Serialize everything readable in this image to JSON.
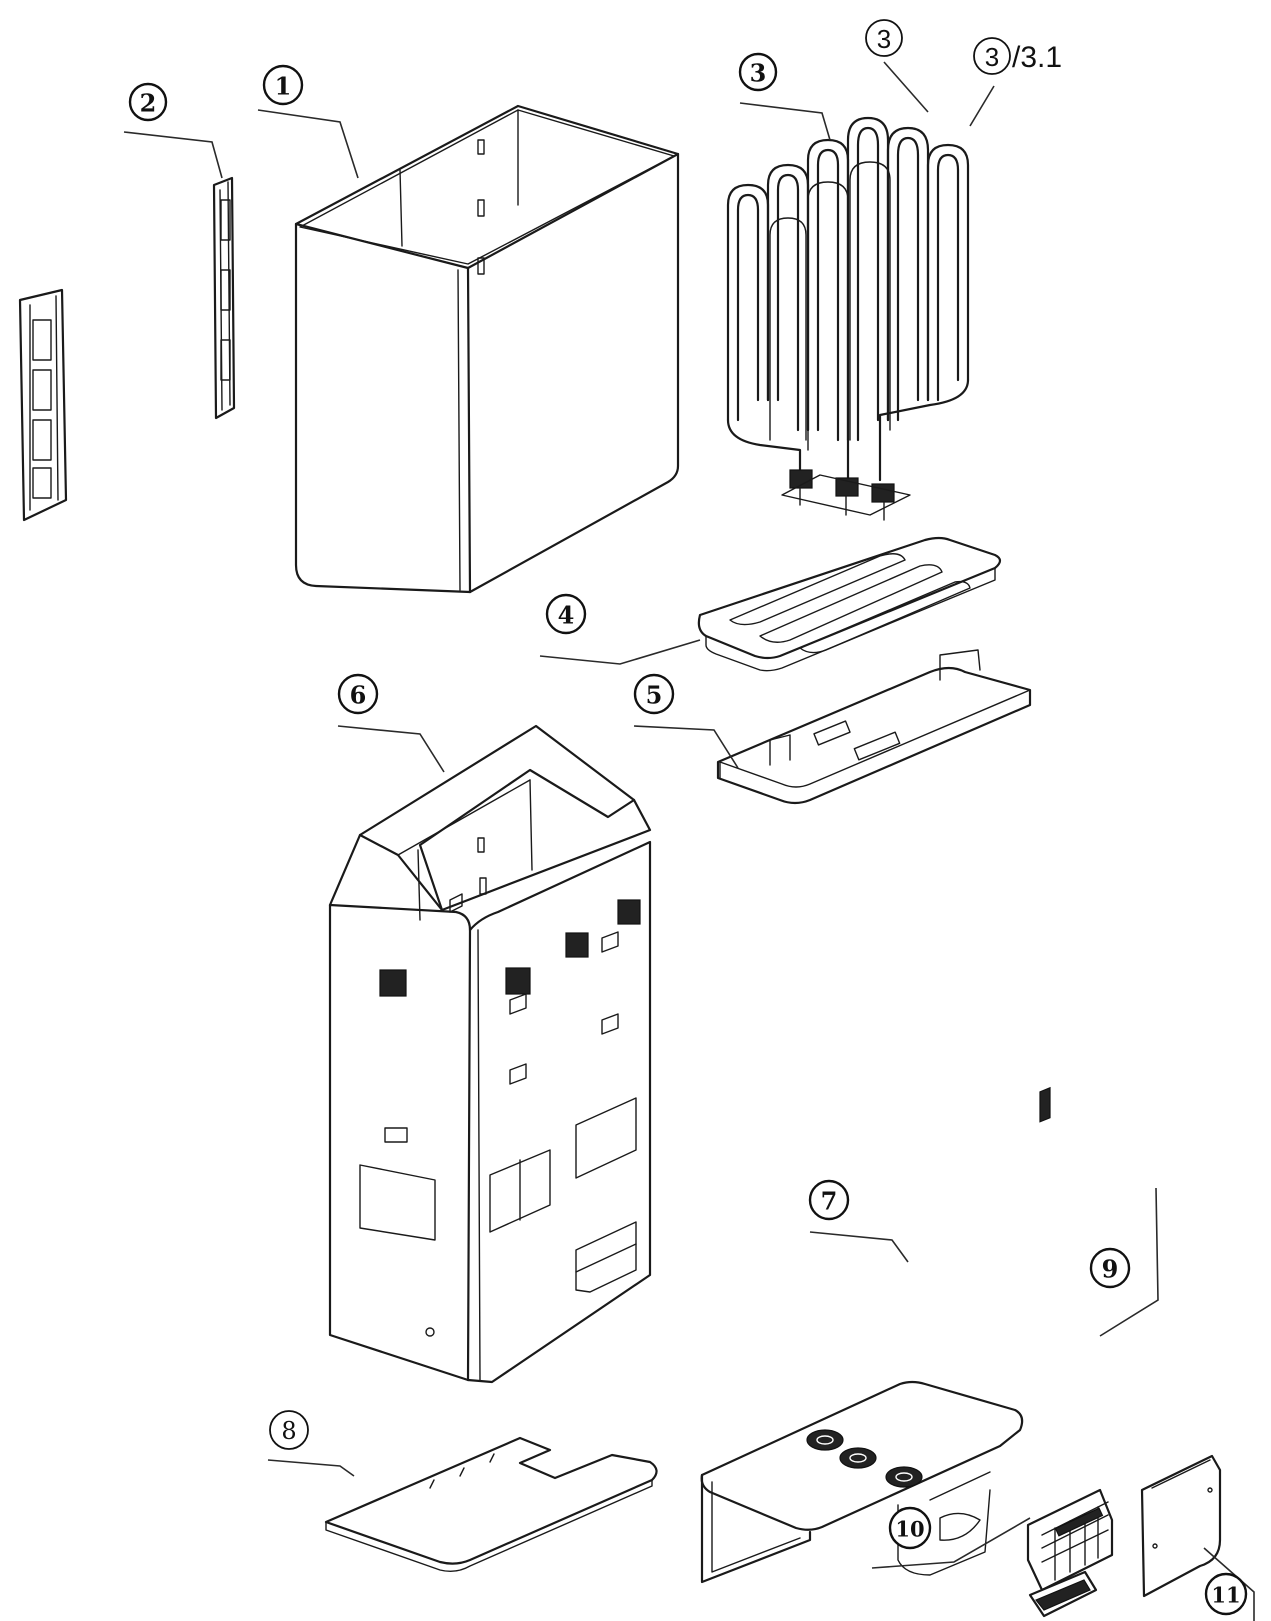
{
  "callouts": {
    "c1": "1",
    "c2": "2",
    "c3a": "3",
    "c3b": "3",
    "c3c": "3",
    "c3c_suffix": "/3.1",
    "c4": "4",
    "c5": "5",
    "c6": "6",
    "c7": "7",
    "c8": "8",
    "c9": "9",
    "c10": "10",
    "c11": "11"
  }
}
